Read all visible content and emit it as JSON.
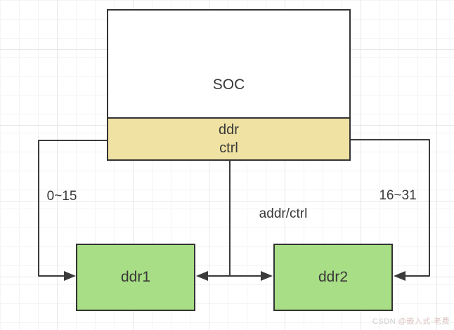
{
  "diagram": {
    "soc": {
      "label": "SOC"
    },
    "ddr_ctrl": {
      "line1": "ddr",
      "line2": "ctrl"
    },
    "ddr1": {
      "label": "ddr1"
    },
    "ddr2": {
      "label": "ddr2"
    },
    "edges": {
      "left_label": "0~15",
      "middle_label": "addr/ctrl",
      "right_label": "16~31"
    },
    "colors": {
      "node_border": "#333333",
      "soc_fill": "#ffffff",
      "ddr_ctrl_fill": "#efe2a2",
      "ddr_fill": "#a8de85",
      "connector": "#3b3b3b",
      "label_text": "#383838"
    }
  },
  "watermark": {
    "prefix": "CSDN ",
    "handle": "@嵌入式-老费"
  }
}
